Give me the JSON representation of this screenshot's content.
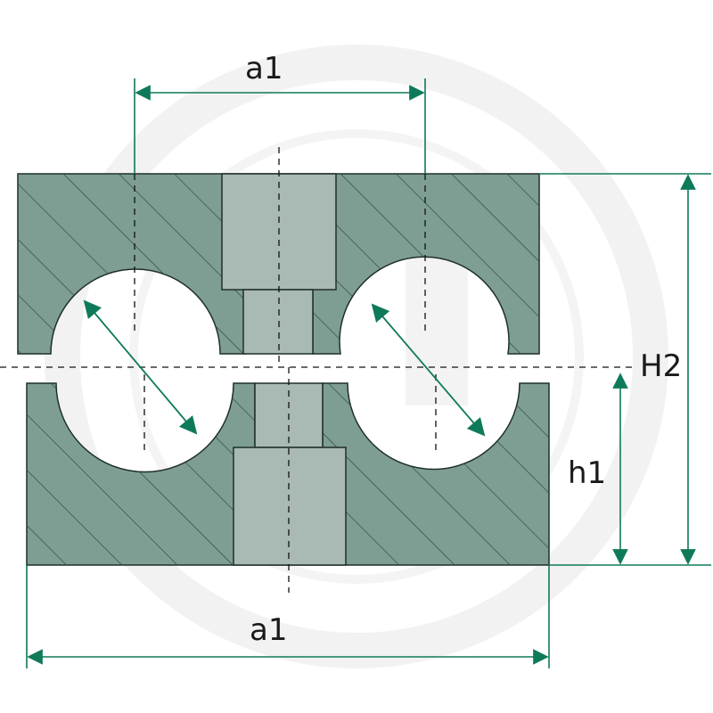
{
  "labels": {
    "top_spacing": "a1",
    "bottom_width": "a1",
    "total_height": "H2",
    "half_height": "h1"
  },
  "colors": {
    "body_fill": "#7e9e94",
    "hatch": "#2f4a44",
    "bore_fill": "#a9b9b3",
    "dimension": "#0f7a5a",
    "watermark": "#f1f1f1",
    "background": "#ffffff"
  }
}
